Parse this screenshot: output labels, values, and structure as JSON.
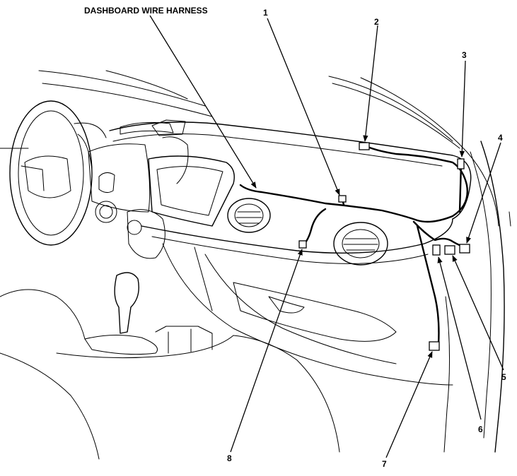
{
  "title": "DASHBOARD WIRE HARNESS",
  "callouts": [
    {
      "id": "1",
      "label": "1"
    },
    {
      "id": "2",
      "label": "2"
    },
    {
      "id": "3",
      "label": "3"
    },
    {
      "id": "4",
      "label": "4"
    },
    {
      "id": "5",
      "label": "5"
    },
    {
      "id": "6",
      "label": "6"
    },
    {
      "id": "7",
      "label": "7"
    },
    {
      "id": "8",
      "label": "8"
    }
  ]
}
